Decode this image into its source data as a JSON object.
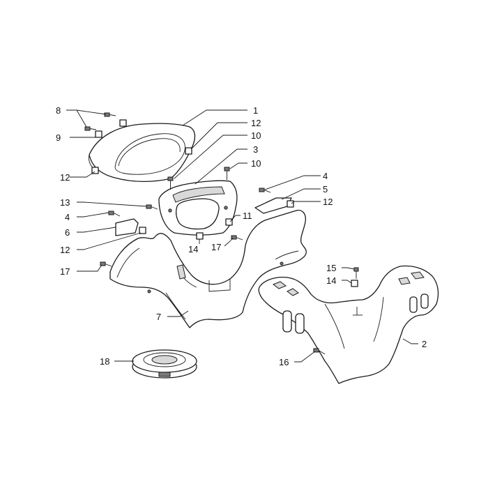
{
  "callouts": {
    "c1": "1",
    "c2": "2",
    "c3": "3",
    "c4a": "4",
    "c4b": "4",
    "c5": "5",
    "c6": "6",
    "c7": "7",
    "c8": "8",
    "c9": "9",
    "c10a": "10",
    "c10b": "10",
    "c11": "11",
    "c12a": "12",
    "c12b": "12",
    "c12c": "12",
    "c12d": "12",
    "c13": "13",
    "c14a": "14",
    "c14b": "14",
    "c15": "15",
    "c16": "16",
    "c17a": "17",
    "c17b": "17",
    "c18": "18"
  }
}
